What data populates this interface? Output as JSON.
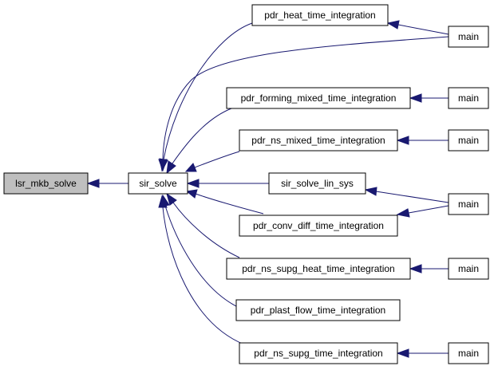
{
  "nodes": {
    "lsr_mkb_solve": "lsr_mkb_solve",
    "sir_solve": "sir_solve",
    "pdr_heat_time_integration": "pdr_heat_time_integration",
    "pdr_forming_mixed_time_integration": "pdr_forming_mixed_time_integration",
    "pdr_ns_mixed_time_integration": "pdr_ns_mixed_time_integration",
    "sir_solve_lin_sys": "sir_solve_lin_sys",
    "pdr_conv_diff_time_integration": "pdr_conv_diff_time_integration",
    "pdr_ns_supg_heat_time_integration": "pdr_ns_supg_heat_time_integration",
    "pdr_plast_flow_time_integration": "pdr_plast_flow_time_integration",
    "pdr_ns_supg_time_integration": "pdr_ns_supg_time_integration",
    "main_1": "main",
    "main_2": "main",
    "main_3": "main",
    "main_4": "main",
    "main_5": "main",
    "main_6": "main"
  },
  "colors": {
    "edge": "#191970",
    "focus_fill": "#bfbfbf",
    "node_fill": "#ffffff",
    "node_border": "#000000"
  }
}
